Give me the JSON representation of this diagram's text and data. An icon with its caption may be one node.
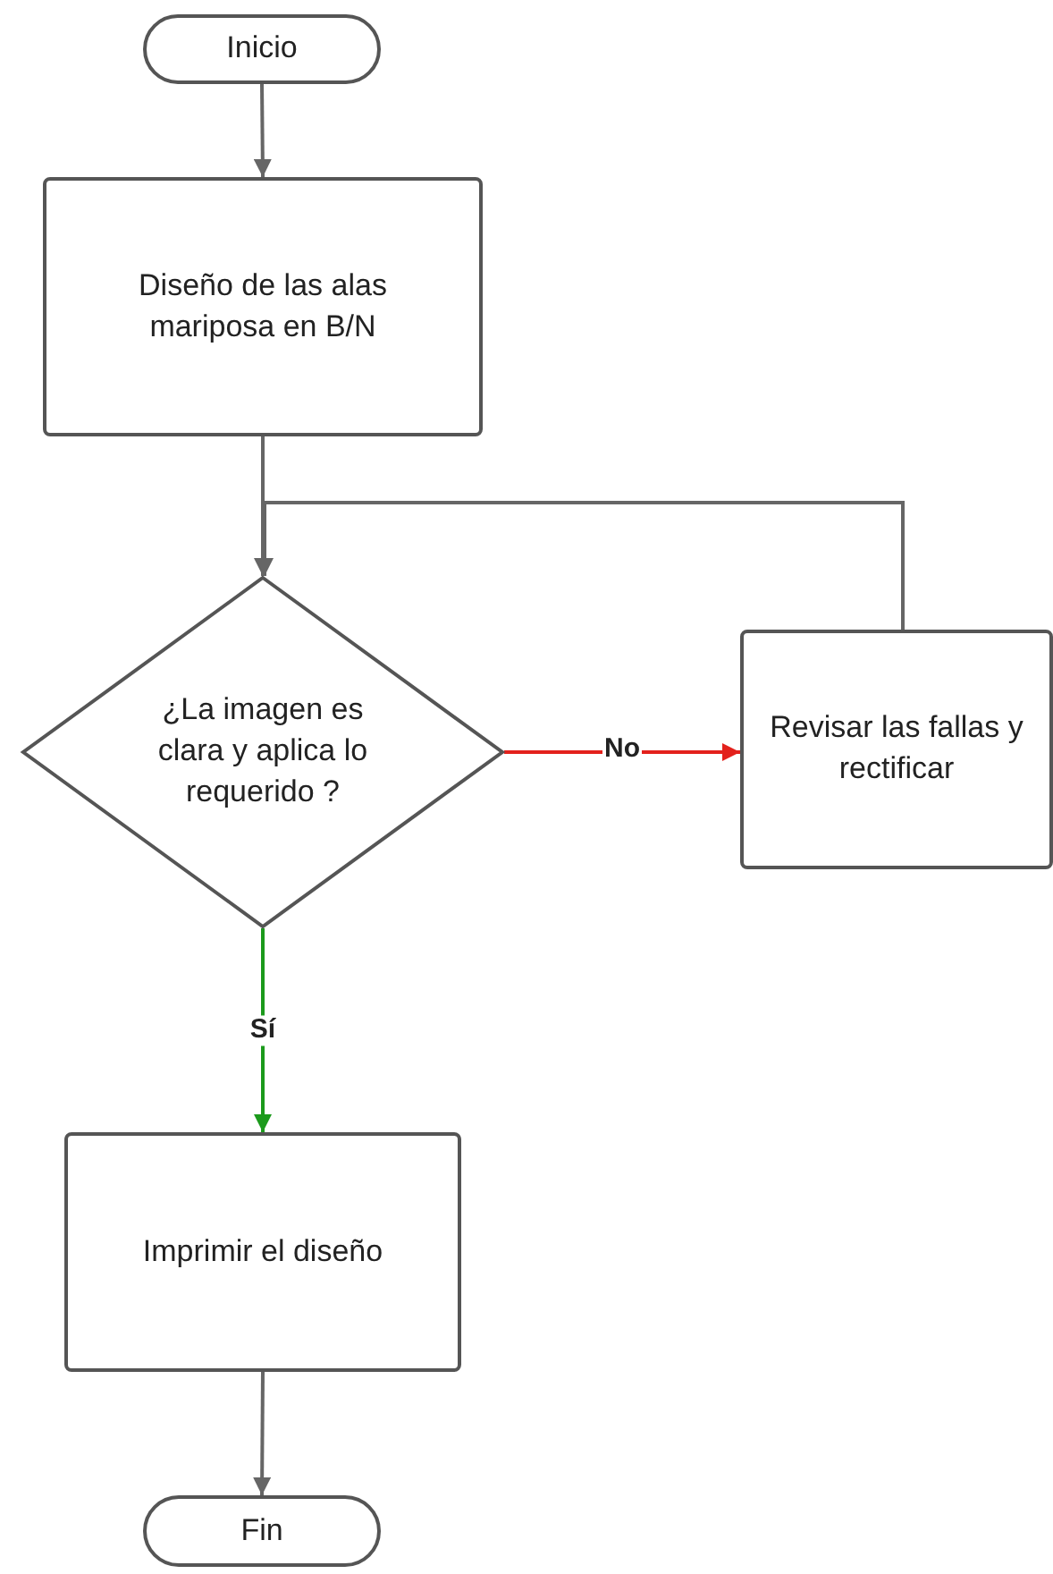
{
  "diagram": {
    "nodes": [
      {
        "text": [
          "Inicio"
        ]
      },
      {
        "text": [
          "Diseño de las alas mariposa en B/N"
        ]
      },
      {
        "text": [
          "¿La imagen es clara y aplica lo requerido ?"
        ]
      },
      {
        "text": [
          "Revisar las fallas y rectificar"
        ]
      },
      {
        "text": [
          "Imprimir el diseño"
        ]
      },
      {
        "text": [
          "Fin"
        ]
      }
    ],
    "edges": [
      {
        "from": 0,
        "to": 1,
        "arrow": "to"
      },
      {
        "from": 1,
        "to": 2,
        "arrow": "to"
      },
      {
        "from": 2,
        "to": 3,
        "arrow": "to",
        "label": "No",
        "color": "#e3211c"
      },
      {
        "from": 3,
        "to": 2,
        "arrow": "to"
      },
      {
        "from": 2,
        "to": 4,
        "arrow": "to",
        "label": "Sí",
        "color": "#1c9a1c"
      },
      {
        "from": 4,
        "to": 5,
        "arrow": "to"
      }
    ]
  }
}
